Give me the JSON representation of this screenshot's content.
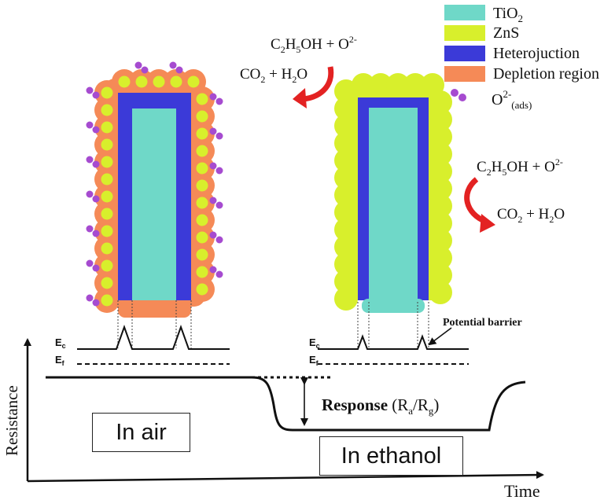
{
  "legend": {
    "tio2": "TiO",
    "tio2_sub": "2",
    "zns": "ZnS",
    "heterojunction": "Heterojuction",
    "depletion": "Depletion region",
    "o2_base": "O",
    "o2_sup": "2-",
    "o2_sub": "(ads)"
  },
  "reaction": {
    "c": "C",
    "h": "H",
    "oh": "OH + O",
    "sub2": "2",
    "sub5": "5",
    "sup2minus": "2-",
    "co": "CO",
    "plus_h": " + H",
    "o": "O"
  },
  "bands": {
    "ec_base": "E",
    "ec_sub": "c",
    "ef_base": "E",
    "ef_sub": "f",
    "potential_barrier": "Potential barrier"
  },
  "plot": {
    "ylabel": "Resistance",
    "xlabel": "Time",
    "response_label": "Response",
    "response_open": " (R",
    "response_a": "a",
    "response_slash": "/R",
    "response_g": "g",
    "response_close": ")"
  },
  "states": {
    "air": "In air",
    "ethanol": "In ethanol"
  },
  "colors": {
    "tio2": "#6fd8c8",
    "zns": "#d8ef2c",
    "heterojunction": "#3b3ad8",
    "depletion": "#f58a57",
    "o2": "#a64bd0",
    "arrow": "#e32222"
  }
}
